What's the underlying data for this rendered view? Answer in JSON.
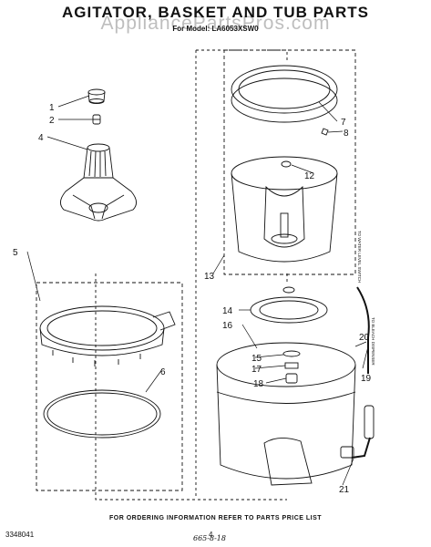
{
  "title": "AGITATOR, BASKET AND TUB PARTS",
  "watermark": "AppliancePartsPros.com",
  "subtitle": "For Model: LA6053XSW0",
  "footer": "FOR ORDERING INFORMATION REFER TO PARTS PRICE LIST",
  "doc_number": "3348041",
  "page_number": "4",
  "handwritten": "665-8-18",
  "side_labels": {
    "water_level_switch": "TO WATER LEVEL SWITCH",
    "bleach_dispenser": "TO BLEACH DISPENSER"
  },
  "callouts": [
    "1",
    "2",
    "4",
    "5",
    "6",
    "7",
    "8",
    "12",
    "13",
    "14",
    "15",
    "16",
    "17",
    "18",
    "19",
    "20",
    "21"
  ]
}
